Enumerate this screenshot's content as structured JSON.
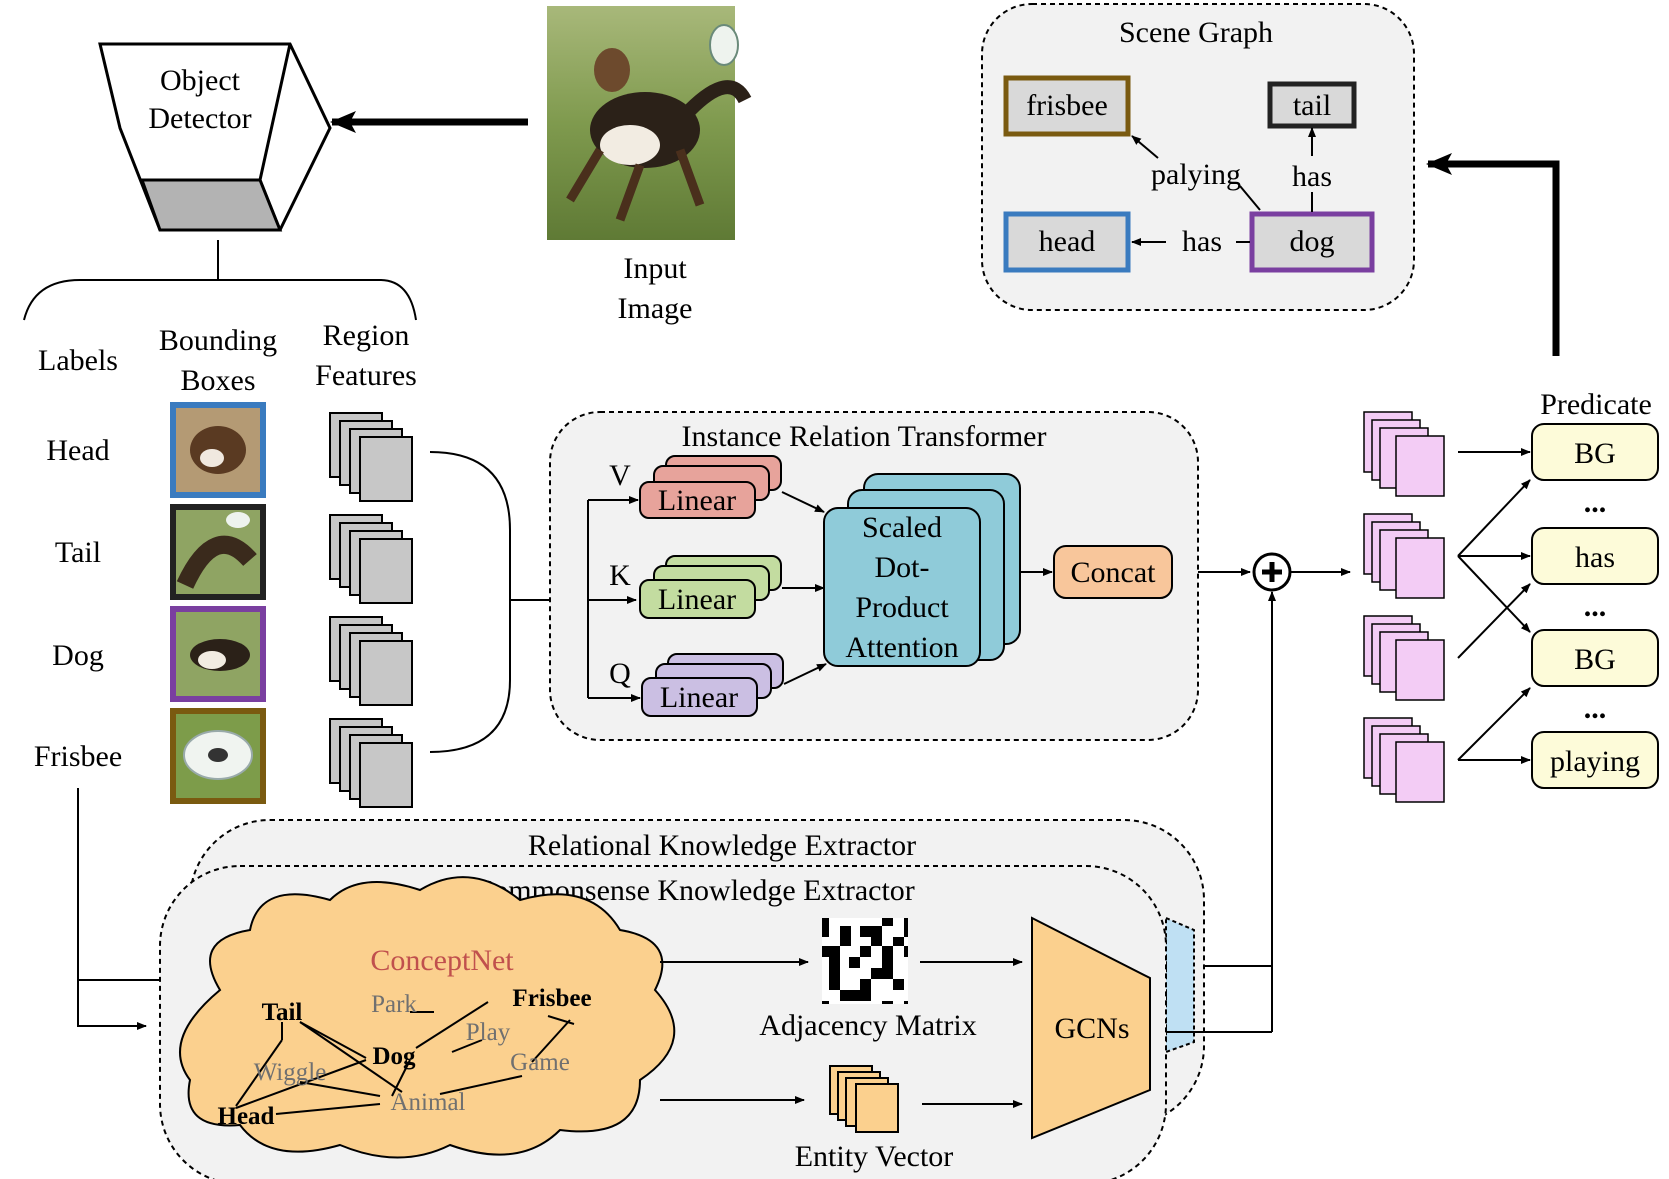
{
  "object_detector": {
    "line1": "Object",
    "line2": "Detector"
  },
  "input_image": {
    "line1": "Input",
    "line2": "Image"
  },
  "columns": {
    "labels": "Labels",
    "bbox_line1": "Bounding",
    "bbox_line2": "Boxes",
    "region_line1": "Region",
    "region_line2": "Features"
  },
  "labels": [
    "Head",
    "Tail",
    "Dog",
    "Frisbee"
  ],
  "bbox_colors": [
    "#3a7bbf",
    "#222222",
    "#7a3fa0",
    "#7a5a10"
  ],
  "irt": {
    "title": "Instance Relation Transformer",
    "v": "V",
    "k": "K",
    "q": "Q",
    "linear": "Linear",
    "attn_line1": "Scaled",
    "attn_line2": "Dot-",
    "attn_line3": "Product",
    "attn_line4": "Attention",
    "concat": "Concat"
  },
  "rke": {
    "title": "Relational Knowledge Extractor"
  },
  "cke": {
    "title": "Commonsense Knowledge Extractor",
    "conceptnet": "ConceptNet",
    "nodes": {
      "tail": "Tail",
      "park": "Park",
      "frisbee": "Frisbee",
      "play": "Play",
      "dog": "Dog",
      "wiggle": "Wiggle",
      "game": "Game",
      "animal": "Animal",
      "head": "Head"
    },
    "adjacency": "Adjacency Matrix",
    "entity": "Entity Vector",
    "gcns": "GCNs"
  },
  "predicate": {
    "title": "Predicate",
    "items": [
      "BG",
      "has",
      "BG",
      "playing"
    ],
    "ellipsis": "..."
  },
  "scene_graph": {
    "title": "Scene Graph",
    "frisbee": "frisbee",
    "tail": "tail",
    "head": "head",
    "dog": "dog",
    "palying": "palying",
    "has1": "has",
    "has2": "has"
  },
  "colors": {
    "linear_v": "#e7a39b",
    "linear_k": "#c3dca0",
    "linear_q": "#cbbfe3",
    "attention": "#8fcbd9",
    "concat": "#f8c69b",
    "predicate_box": "#fdfbd9",
    "feature_pink": "#f3ccf5",
    "cloud": "#fbd08e",
    "gcn": "#fbd08e"
  }
}
